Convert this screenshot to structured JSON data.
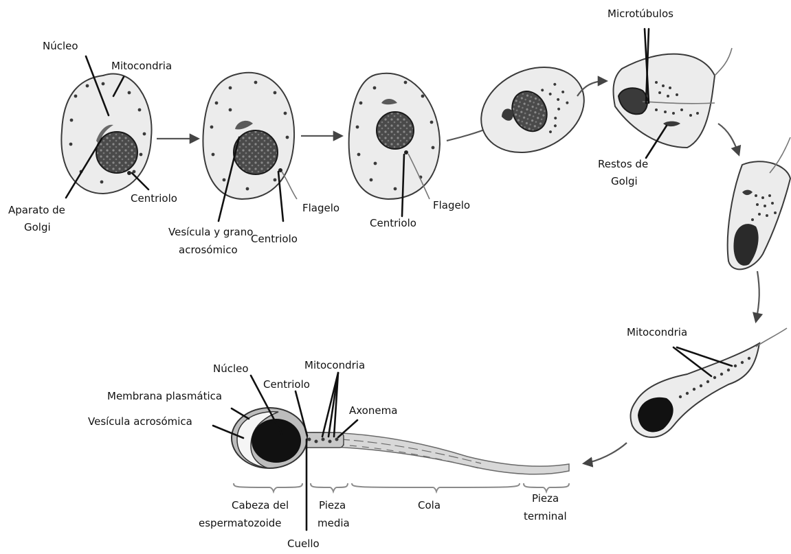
{
  "stage1": {
    "nucleus": "Núcleo",
    "mitochondria": "Mitocondria",
    "golgi": [
      "Aparato de",
      "Golgi"
    ],
    "centriole": "Centriolo"
  },
  "stage2": {
    "vesicle": [
      "Vesícula y grano",
      "acrosómico"
    ],
    "centriole": "Centriolo",
    "flagellum": "Flagelo"
  },
  "stage3": {
    "centriole": "Centriolo",
    "flagellum": "Flagelo"
  },
  "stage5": {
    "microtubules": "Microtúbulos",
    "golgi_remains": [
      "Restos de",
      "Golgi"
    ]
  },
  "stage7": {
    "mitochondria": "Mitocondria"
  },
  "sperm": {
    "nucleus": "Núcleo",
    "plasma_membrane": "Membrana plasmática",
    "acrosomal_vesicle": "Vesícula acrosómica",
    "centriole": "Centriolo",
    "mitochondria": "Mitocondria",
    "axoneme": "Axonema",
    "neck": "Cuello",
    "head": [
      "Cabeza del",
      "espermatozoide"
    ],
    "midpiece": [
      "Pieza",
      "media"
    ],
    "tail": "Cola",
    "end_piece": [
      "Pieza",
      "terminal"
    ]
  }
}
